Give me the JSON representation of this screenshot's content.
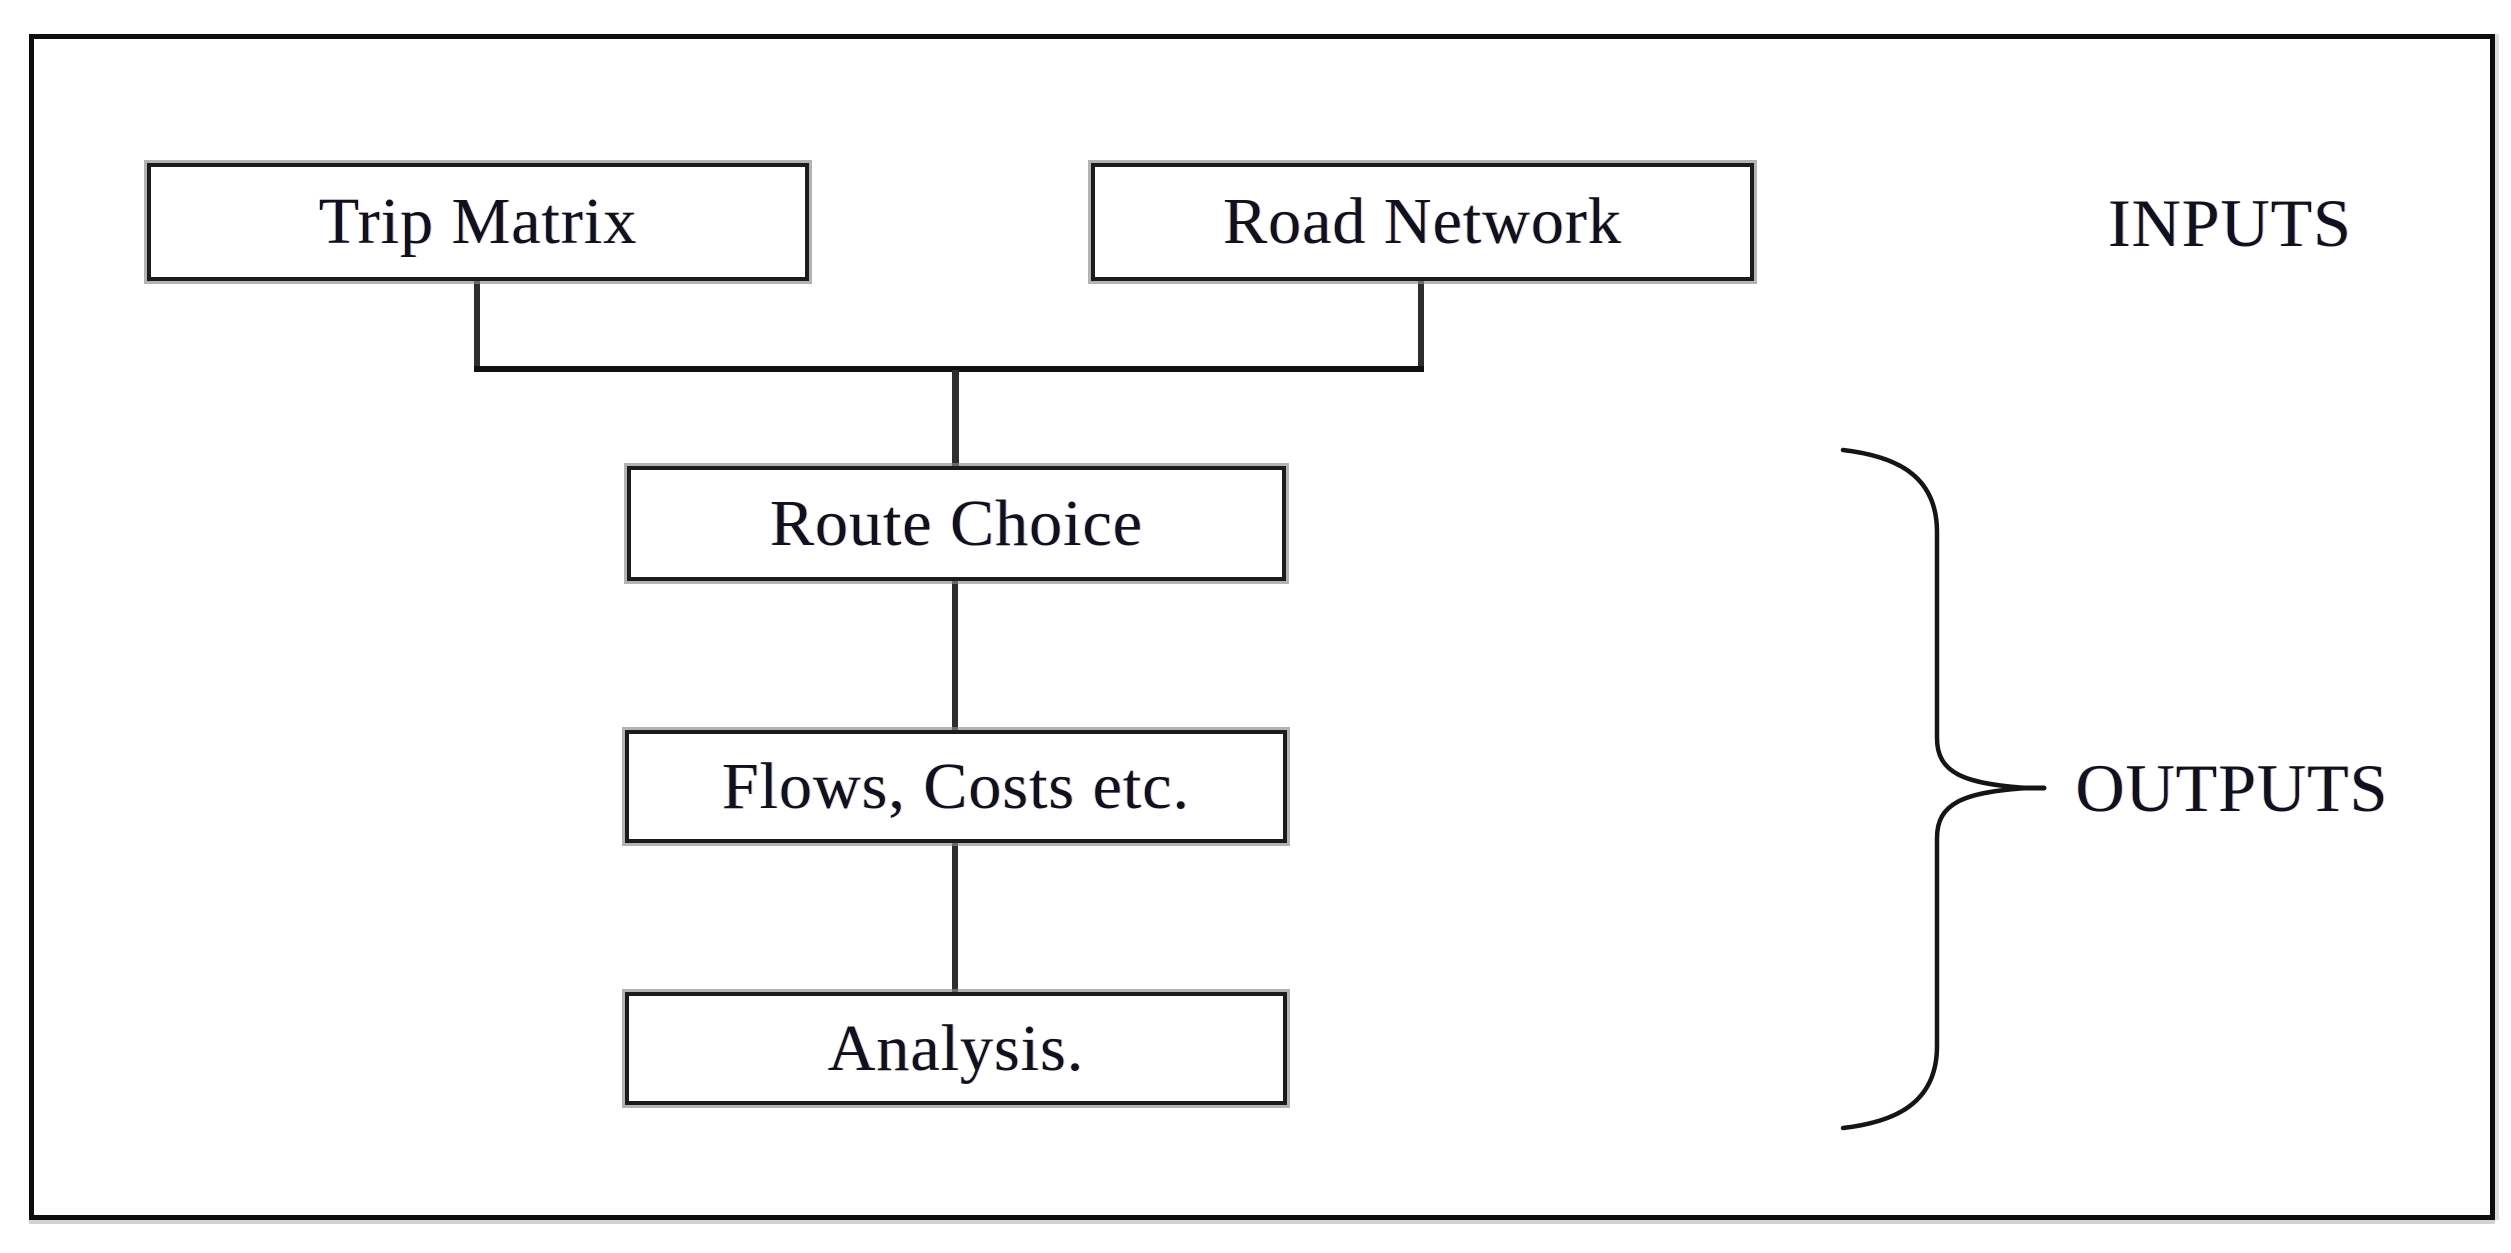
{
  "diagram": {
    "boxes": [
      {
        "id": "trip-matrix",
        "label": "Trip Matrix"
      },
      {
        "id": "road-network",
        "label": "Road Network"
      },
      {
        "id": "route-choice",
        "label": "Route Choice"
      },
      {
        "id": "flows-costs",
        "label": "Flows, Costs etc."
      },
      {
        "id": "analysis",
        "label": "Analysis."
      }
    ],
    "labels": {
      "inputs": "INPUTS",
      "outputs": "OUTPUTS"
    },
    "colors": {
      "background": "#ffffff",
      "frame_border": "#0d0d0d",
      "box_border": "#1b1b1b",
      "box_shadow": "#8a8a8a",
      "connector": "#2e2e2e",
      "text": "#10101e"
    }
  }
}
